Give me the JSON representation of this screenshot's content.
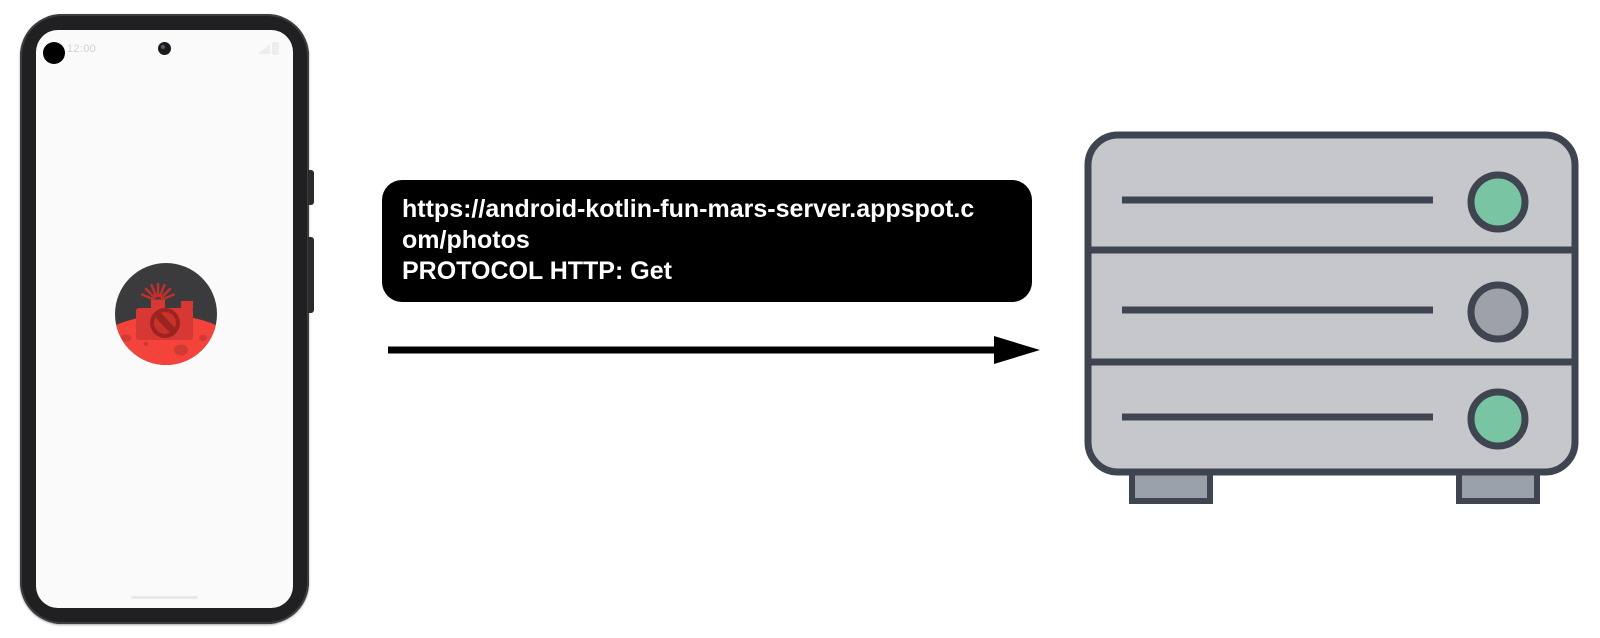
{
  "diagram": {
    "background_color": "#ffffff"
  },
  "phone": {
    "frame_color": "#202022",
    "screen_color": "#fafafa",
    "status_bar": {
      "time": "12:00",
      "time_color": "#d2d2d2",
      "dot_color": "#000000",
      "icon_color": "#ededed"
    },
    "app_icon": {
      "sky_color": "#3b3b3d",
      "planet_color": "#f4433a",
      "crater_color": "#d03a33",
      "camera_color": "#d83833",
      "lens_ring_color": "#9c2420",
      "lens_color": "#c7322b",
      "ray_color": "#c32f2a"
    },
    "nav_handle_color": "#e9e9e9"
  },
  "request": {
    "url": "https://android-kotlin-fun-mars-server.appspot.com/photos",
    "protocol": "PROTOCOL HTTP: Get",
    "bubble_color": "#000000",
    "text_color": "#ffffff"
  },
  "arrow": {
    "color": "#000000"
  },
  "server": {
    "body_color": "#c6c7cb",
    "outline_color": "#3e4450",
    "foot_color": "#9aa0a9",
    "bays": [
      {
        "led_color": "#79c4a2"
      },
      {
        "led_color": "#9da2aa"
      },
      {
        "led_color": "#79c4a2"
      }
    ]
  }
}
